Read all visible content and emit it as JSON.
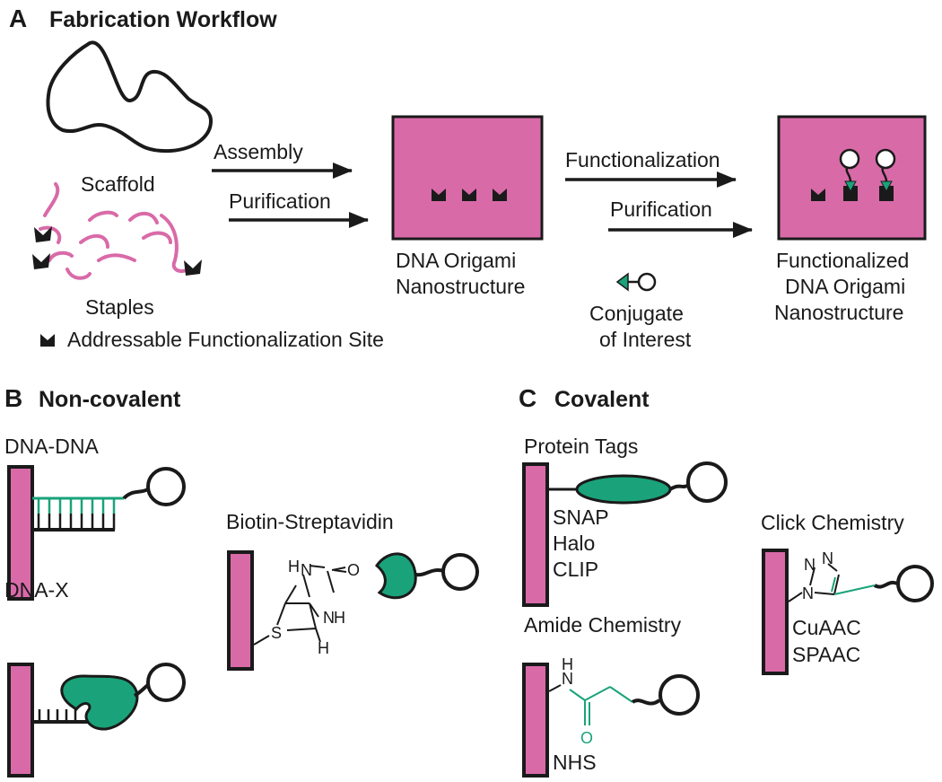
{
  "colors": {
    "origami": "#d96aa8",
    "accent": "#1aa37a",
    "ink": "#1a1a1a"
  },
  "panel_a": {
    "letter": "A",
    "title": "Fabrication Workflow",
    "scaffold_label": "Scaffold",
    "staples_label": "Staples",
    "site_legend": "Addressable Functionalization Site",
    "step1_top": "Assembly",
    "step1_bottom": "Purification",
    "origami_label_1": "DNA Origami",
    "origami_label_2": "Nanostructure",
    "step2_top": "Functionalization",
    "step2_bottom": "Purification",
    "conjugate_label_1": "Conjugate",
    "conjugate_label_2": "of Interest",
    "final_label_1": "Functionalized",
    "final_label_2": "DNA Origami",
    "final_label_3": "Nanostructure"
  },
  "panel_b": {
    "letter": "B",
    "title": "Non-covalent",
    "dna_dna": "DNA-DNA",
    "dna_x": "DNA-X",
    "biotin": "Biotin-Streptavidin",
    "atoms": {
      "h1": "H",
      "n1": "N",
      "o": "O",
      "n2": "N",
      "h_n2": "H",
      "h2": "H",
      "s": "S"
    }
  },
  "panel_c": {
    "letter": "C",
    "title": "Covalent",
    "protein_tags": "Protein Tags",
    "tags": [
      "SNAP",
      "Halo",
      "CLIP"
    ],
    "click": "Click Chemistry",
    "click_types": [
      "CuAAC",
      "SPAAC"
    ],
    "amide": "Amide Chemistry",
    "amide_type": "NHS",
    "atoms": {
      "n_amide": "N",
      "h_amide": "H",
      "o_amide": "O",
      "triazole_n1": "N",
      "triazole_n2": "N",
      "triazole_n3": "N"
    }
  }
}
